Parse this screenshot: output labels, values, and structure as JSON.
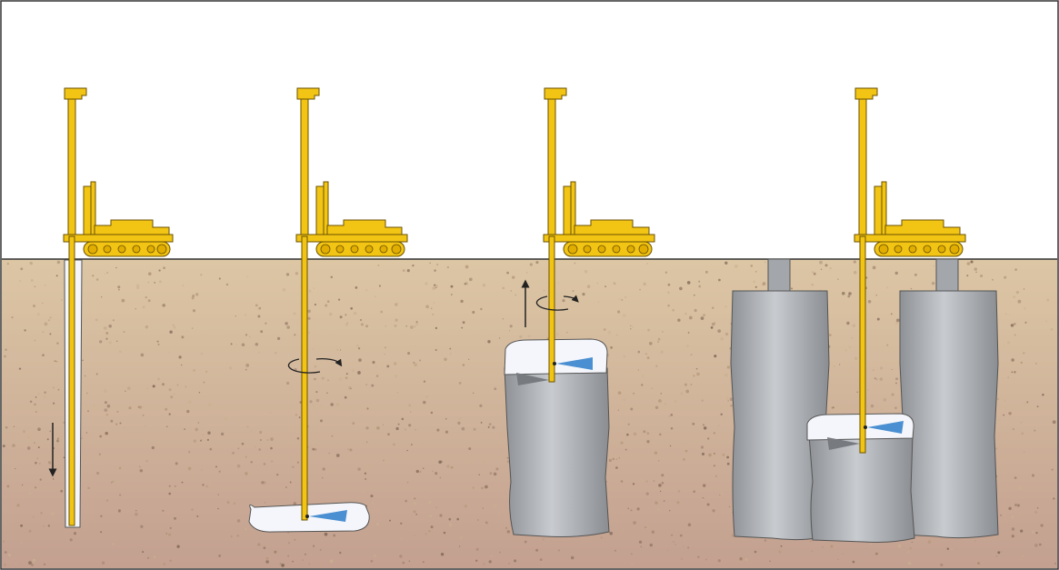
{
  "diagram": {
    "stages": [
      {
        "id": "drilling-down",
        "motion": "down-arrow"
      },
      {
        "id": "cutting-at-base",
        "motion": "rotation"
      },
      {
        "id": "lifting-and-grouting",
        "motion": "up-arrow-and-rotation"
      },
      {
        "id": "completed-columns-overlap",
        "motion": "none"
      }
    ]
  },
  "colors": {
    "sky": "#ffffff",
    "soil_top": "#dcc6a4",
    "soil_bottom": "#c3a090",
    "rig": "#f2c413",
    "rig_outline": "#6b5200",
    "column": "#a3a6aa",
    "column_light": "#c6c9cd",
    "cavity": "#f4f6fb",
    "jet": "#4a8fd1",
    "arrow": "#222222"
  }
}
